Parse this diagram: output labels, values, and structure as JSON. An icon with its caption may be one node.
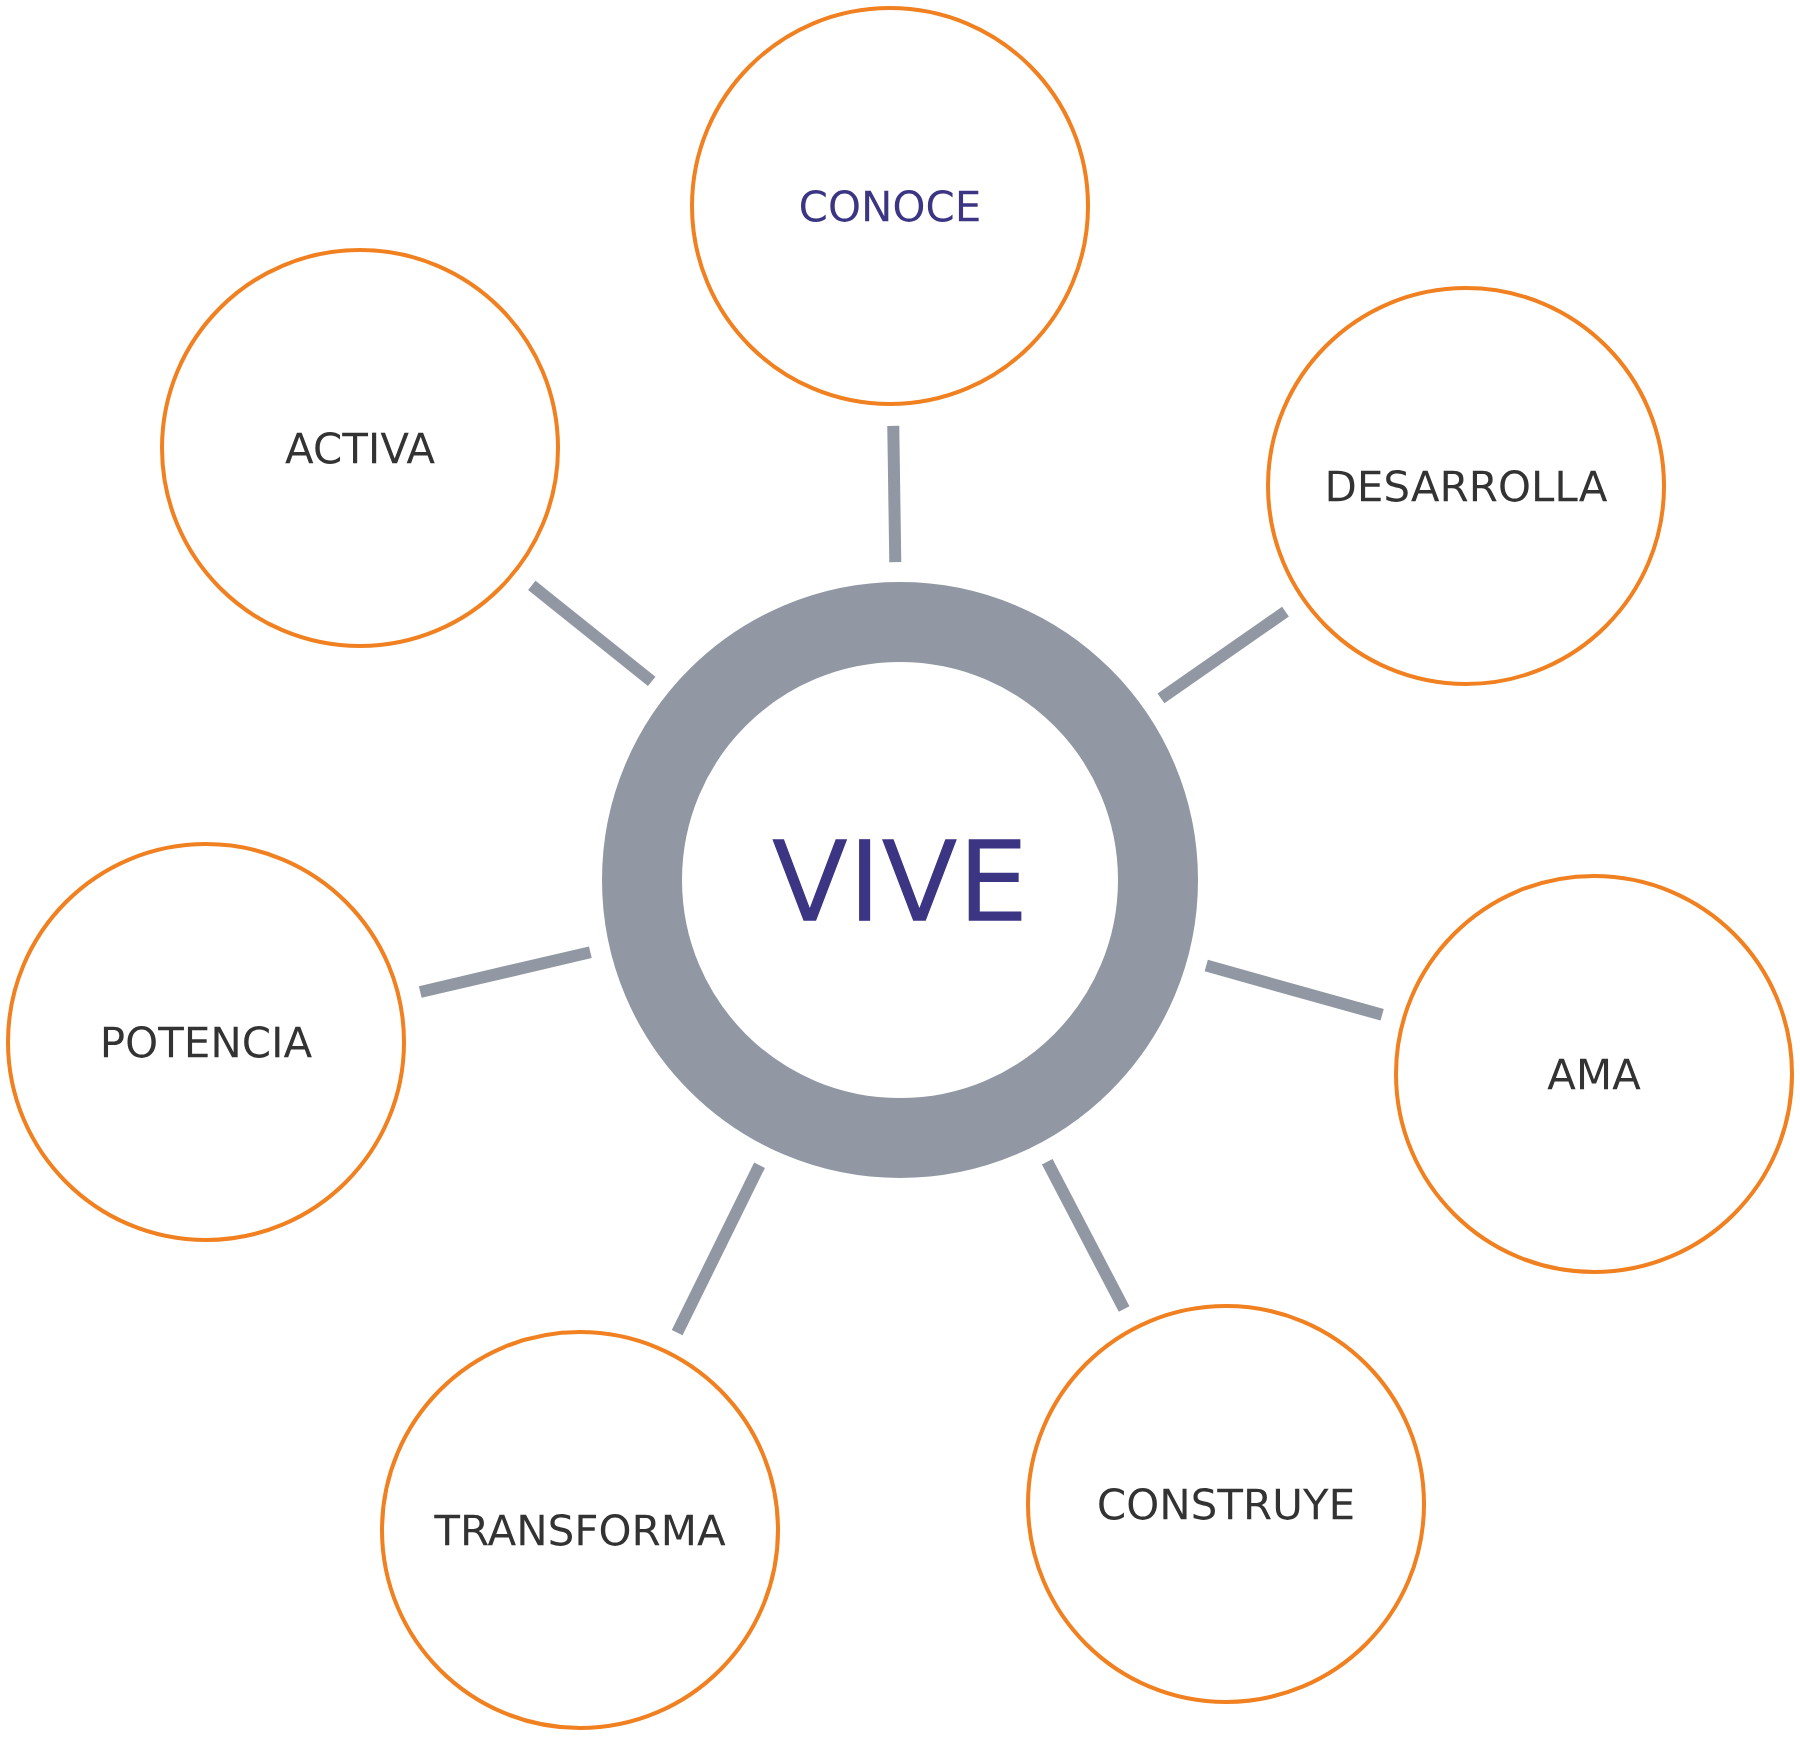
{
  "diagram": {
    "nodes": [
      {
        "text": [
          "VIVE"
        ]
      },
      {
        "text": [
          "CONOCE"
        ]
      },
      {
        "text": [
          "DESARROLLA"
        ]
      },
      {
        "text": [
          "AMA"
        ]
      },
      {
        "text": [
          "CONSTRUYE"
        ]
      },
      {
        "text": [
          "TRANSFORMA"
        ]
      },
      {
        "text": [
          "POTENCIA"
        ]
      },
      {
        "text": [
          "ACTIVA"
        ]
      }
    ],
    "edges": [
      {
        "from": 0,
        "to": 1,
        "arrow": "none"
      },
      {
        "from": 0,
        "to": 2,
        "arrow": "none"
      },
      {
        "from": 0,
        "to": 3,
        "arrow": "none"
      },
      {
        "from": 0,
        "to": 4,
        "arrow": "none"
      },
      {
        "from": 0,
        "to": 5,
        "arrow": "none"
      },
      {
        "from": 0,
        "to": 6,
        "arrow": "none"
      },
      {
        "from": 0,
        "to": 7,
        "arrow": "none"
      }
    ]
  }
}
